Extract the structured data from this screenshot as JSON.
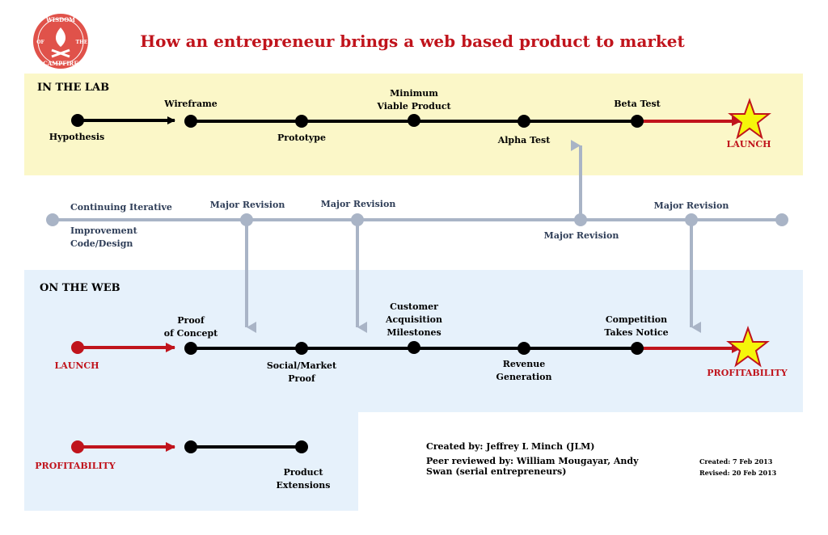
{
  "title": "How an entrepreneur brings a web based product to market",
  "logo": {
    "top": "WISDOM",
    "left": "OF",
    "right": "THE",
    "bottom": "CAMPFIRE"
  },
  "colors": {
    "title": "#c0141c",
    "red": "#c0141c",
    "black": "#000000",
    "gray": "#a9b4c6",
    "gray_text": "#2e3d57",
    "lab_bg": "#fbf7c8",
    "web_bg": "#e6f1fb",
    "star": "#f5f50a",
    "logo": "#e0524a"
  },
  "lab": {
    "section_label": "IN THE LAB",
    "hypothesis": "Hypothesis",
    "wireframe": "Wireframe",
    "prototype": "Prototype",
    "mvp_1": "Minimum",
    "mvp_2": "Viable Product",
    "alpha": "Alpha Test",
    "beta": "Beta Test",
    "launch": "LAUNCH"
  },
  "iterative": {
    "label_1": "Continuing Iterative",
    "label_2": "Improvement",
    "label_3": "Code/Design",
    "revision_1": "Major Revision",
    "revision_2": "Major Revision",
    "revision_3": "Major Revision",
    "revision_4": "Major Revision"
  },
  "web": {
    "section_label": "ON THE WEB",
    "launch": "LAUNCH",
    "proof_1": "Proof",
    "proof_2": "of Concept",
    "social_1": "Social/Market",
    "social_2": "Proof",
    "cust_1": "Customer",
    "cust_2": "Acquisition",
    "cust_3": "Milestones",
    "revenue_1": "Revenue",
    "revenue_2": "Generation",
    "comp_1": "Competition",
    "comp_2": "Takes Notice",
    "profitability": "PROFITABILITY"
  },
  "extension": {
    "profitability": "PROFITABILITY",
    "product_1": "Product",
    "product_2": "Extensions"
  },
  "credits": {
    "created_by": "Created by: Jeffrey L Minch (JLM)",
    "peer_1": "Peer reviewed by:  William Mougayar, Andy",
    "peer_2": "Swan (serial entrepreneurs)",
    "created_date": "Created: 7 Feb 2013",
    "revised_date": "Revised: 20 Feb 2013"
  }
}
